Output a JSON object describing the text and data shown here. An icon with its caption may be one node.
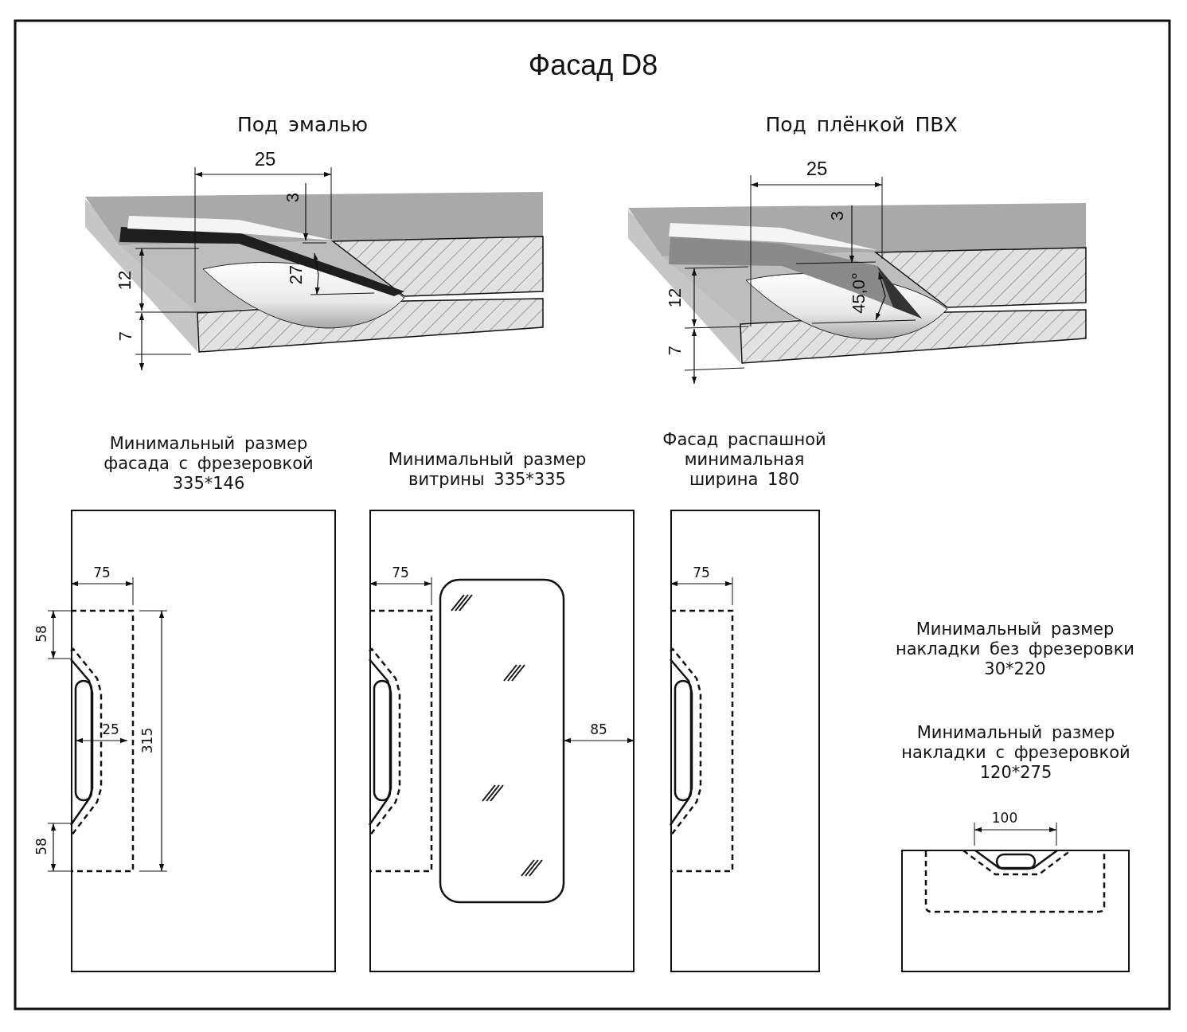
{
  "diagram": {
    "title": "Фасад D8",
    "nodes": [
      {
        "text": [
          "Минимальный размер фасада с фрезеровкой 335*146"
        ]
      },
      {
        "text": [
          "Минимальный размер витрины 335*335"
        ]
      },
      {
        "text": [
          "Фасад распашной минимальная ширина 180"
        ]
      },
      {
        "text": [
          "Минимальный размер накладки с фрезеровкой 120*275"
        ]
      }
    ],
    "labels": [
      "Под эмалью",
      "Под плёнкой ПВХ",
      "25",
      "3",
      "27",
      "12",
      "7",
      "25",
      "3",
      "45,0°",
      "12",
      "7",
      "75",
      "58",
      "25",
      "315",
      "58",
      "75",
      "85",
      "75",
      "Минимальный размер накладки без фрезеровки 30*220",
      "100"
    ]
  }
}
